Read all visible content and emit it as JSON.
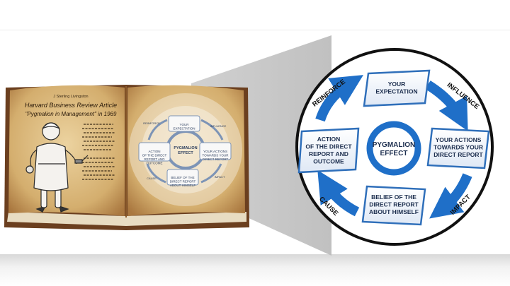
{
  "book": {
    "author_line": "J Sterling Livingston",
    "title_line1": "Harvard Business Review Article",
    "title_line2": "\"Pygmalion in Management\" in 1969"
  },
  "cycle": {
    "center_line1": "PYGMALION",
    "center_line2": "EFFECT",
    "nodes": {
      "top": [
        "YOUR",
        "EXPECTATION"
      ],
      "right": [
        "YOUR ACTIONS",
        "TOWARDS YOUR",
        "DIRECT REPORT"
      ],
      "bottom": [
        "BELIEF OF THE",
        "DIRECT REPORT",
        "ABOUT HIMSELF"
      ],
      "left": [
        "ACTION",
        "OF THE DIRECT",
        "REPORT AND",
        "OUTCOME"
      ]
    },
    "arc_labels": {
      "influence": "INFLUENCE",
      "impact": "IMPACT",
      "cause": "CAUSE",
      "reinforce": "REINFORCE"
    }
  },
  "colors": {
    "arrow_blue": "#1f6fc8",
    "node_border": "#2f6fba",
    "page_tan": "#d9b779",
    "cover_brown": "#6b3f1f"
  }
}
